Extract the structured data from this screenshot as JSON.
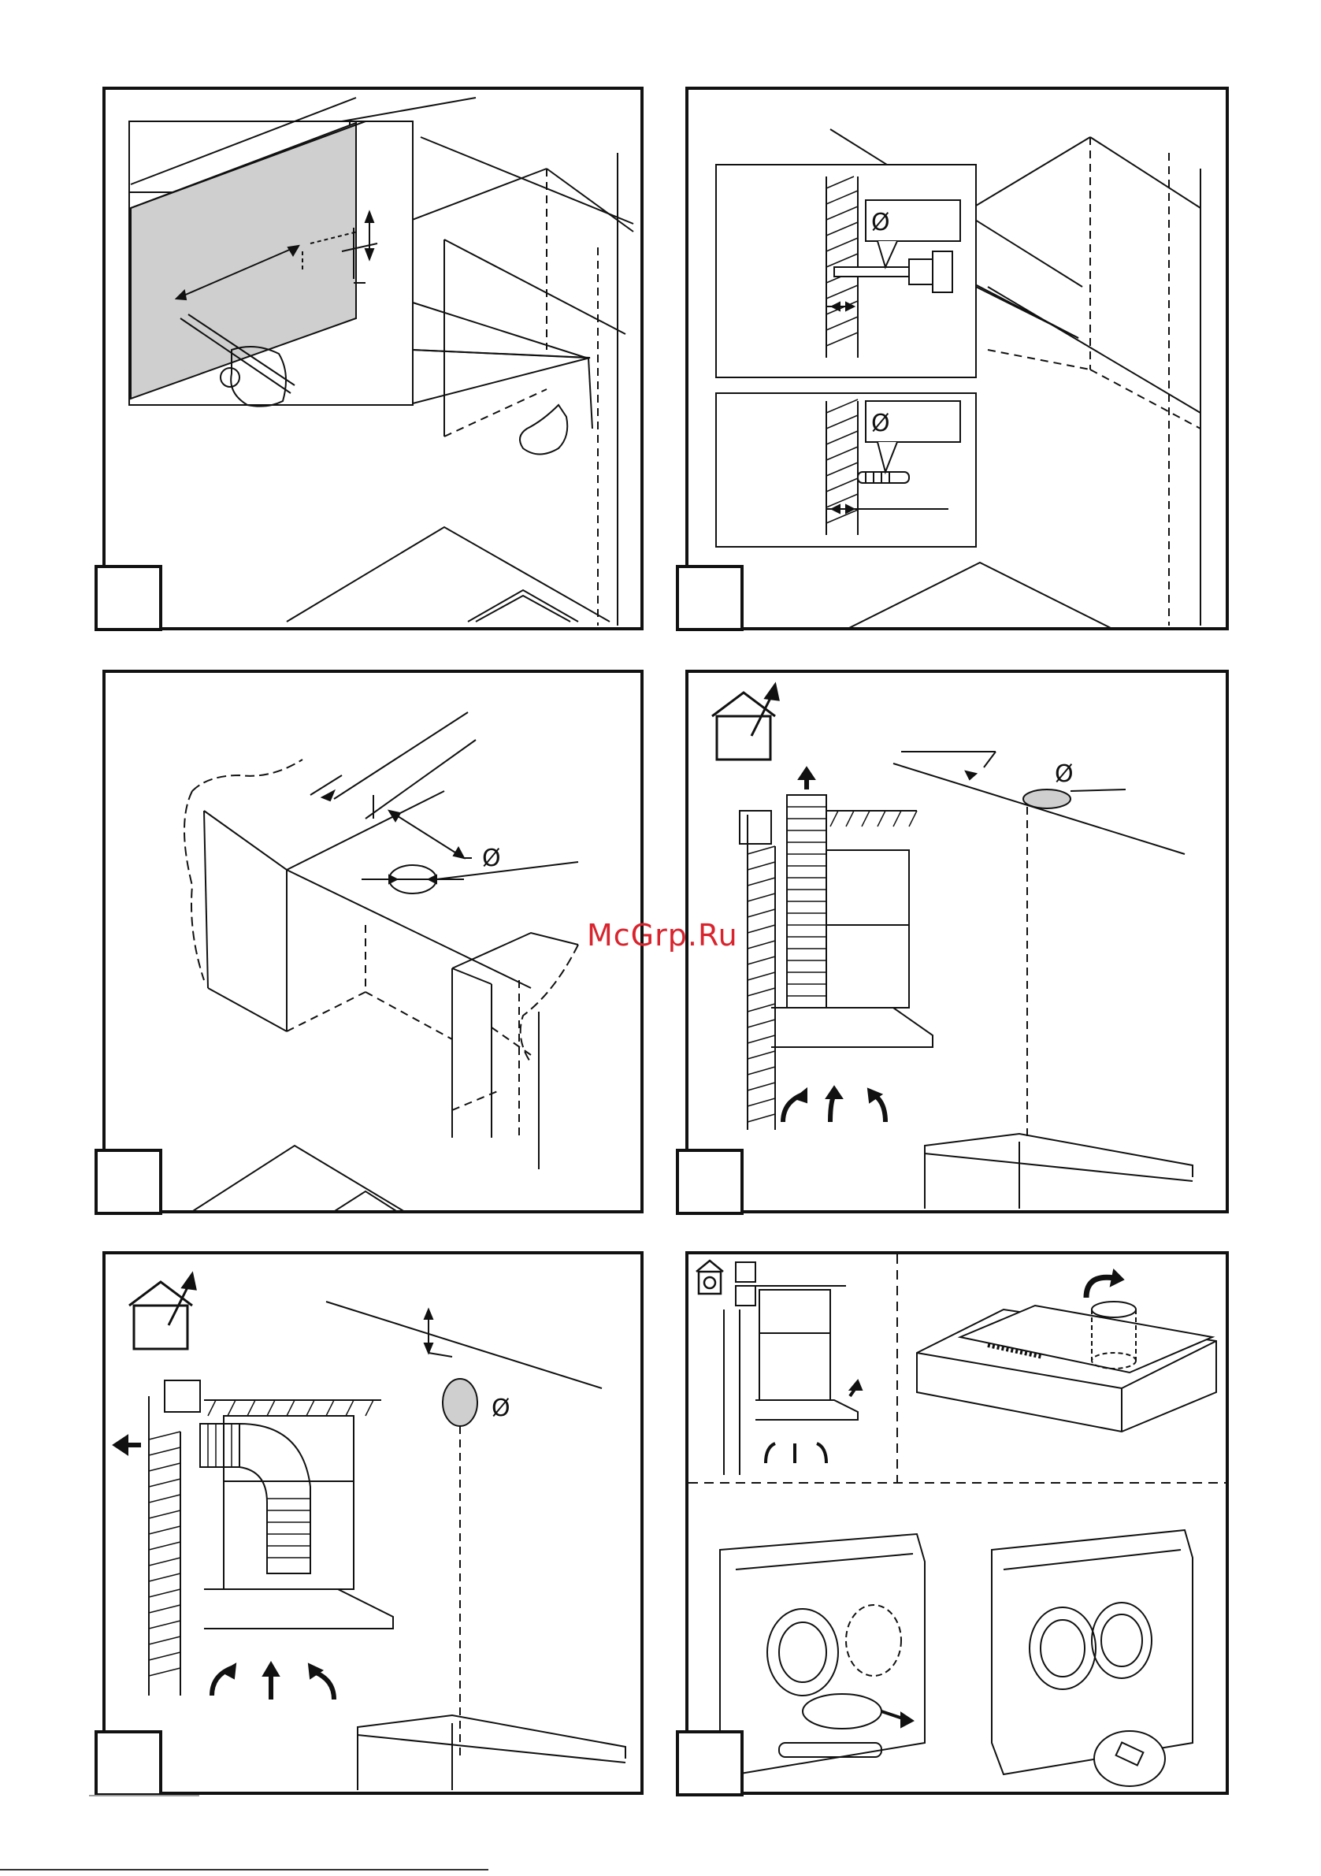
{
  "watermark": {
    "text": "McGrp.Ru",
    "color": "#d9232d"
  },
  "symbols": {
    "diameter": "Ø"
  },
  "icons": {
    "outside_vent": "house-with-exhaust-arrow-icon",
    "recirculation": "house-with-recirculation-icon"
  },
  "panels": [
    {
      "id": "p1",
      "content": "marking-holes-on-wall"
    },
    {
      "id": "p2",
      "content": "drilling-and-wall-plugs"
    },
    {
      "id": "p3",
      "content": "cabinet-cutout-hole"
    },
    {
      "id": "p4",
      "content": "vertical-duct-exhaust"
    },
    {
      "id": "p5",
      "content": "rear-duct-exhaust"
    },
    {
      "id": "p6",
      "content": "recirculation-filter-mode"
    }
  ]
}
